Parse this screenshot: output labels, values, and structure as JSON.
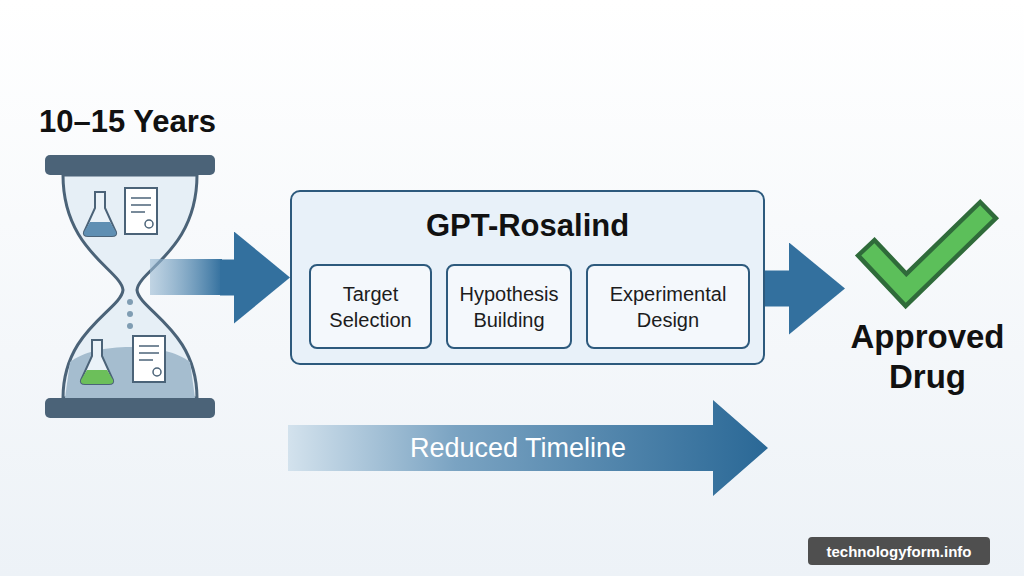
{
  "diagram": {
    "nodes": [
      {
        "text": [
          "10–15 Years"
        ]
      },
      {
        "text": [
          "GPT-Rosalind"
        ]
      },
      {
        "text": [
          "Target Selection"
        ],
        "in": 1
      },
      {
        "text": [
          "Hypothesis Building"
        ],
        "in": 1
      },
      {
        "text": [
          "Experimental Design"
        ],
        "in": 1
      },
      {
        "text": [
          "Approved Drug"
        ]
      },
      {
        "text": [
          "Reduced Timeline"
        ]
      }
    ],
    "edges": [
      {
        "from": 0,
        "to": 1,
        "arrow": "to"
      },
      {
        "from": 1,
        "to": 5,
        "arrow": "to"
      }
    ],
    "labels": [
      "technologyform.info"
    ]
  }
}
